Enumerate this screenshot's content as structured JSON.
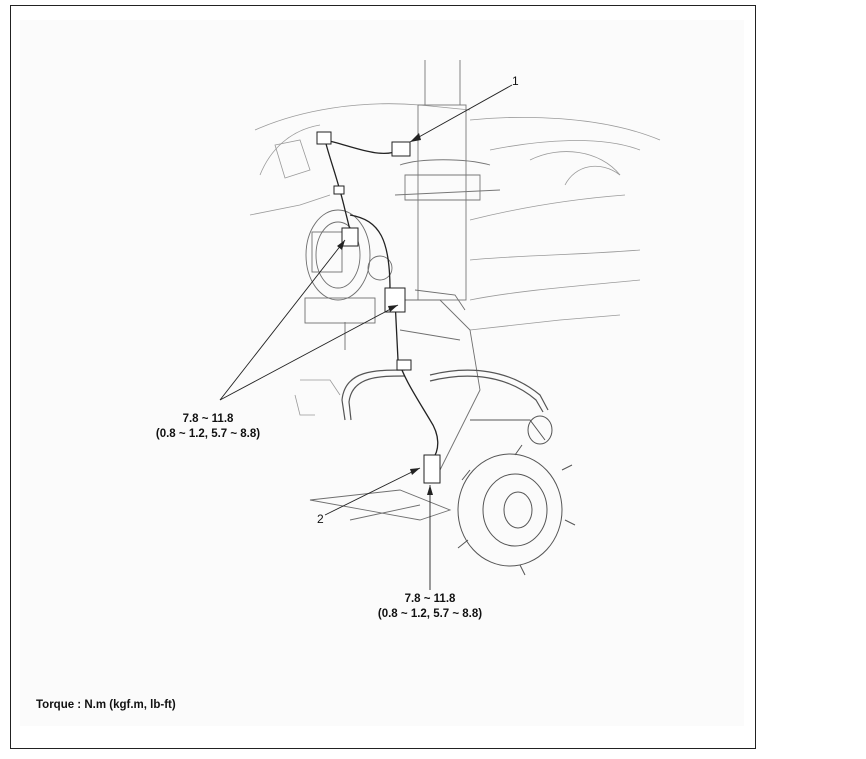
{
  "callouts": {
    "c1": "1",
    "c2": "2"
  },
  "torque_a": {
    "line1": "7.8 ~ 11.8",
    "line2": "(0.8 ~ 1.2, 5.7 ~ 8.8)"
  },
  "torque_b": {
    "line1": "7.8 ~ 11.8",
    "line2": "(0.8 ~ 1.2, 5.7 ~ 8.8)"
  },
  "legend": "Torque : N.m (kgf.m, lb-ft)"
}
